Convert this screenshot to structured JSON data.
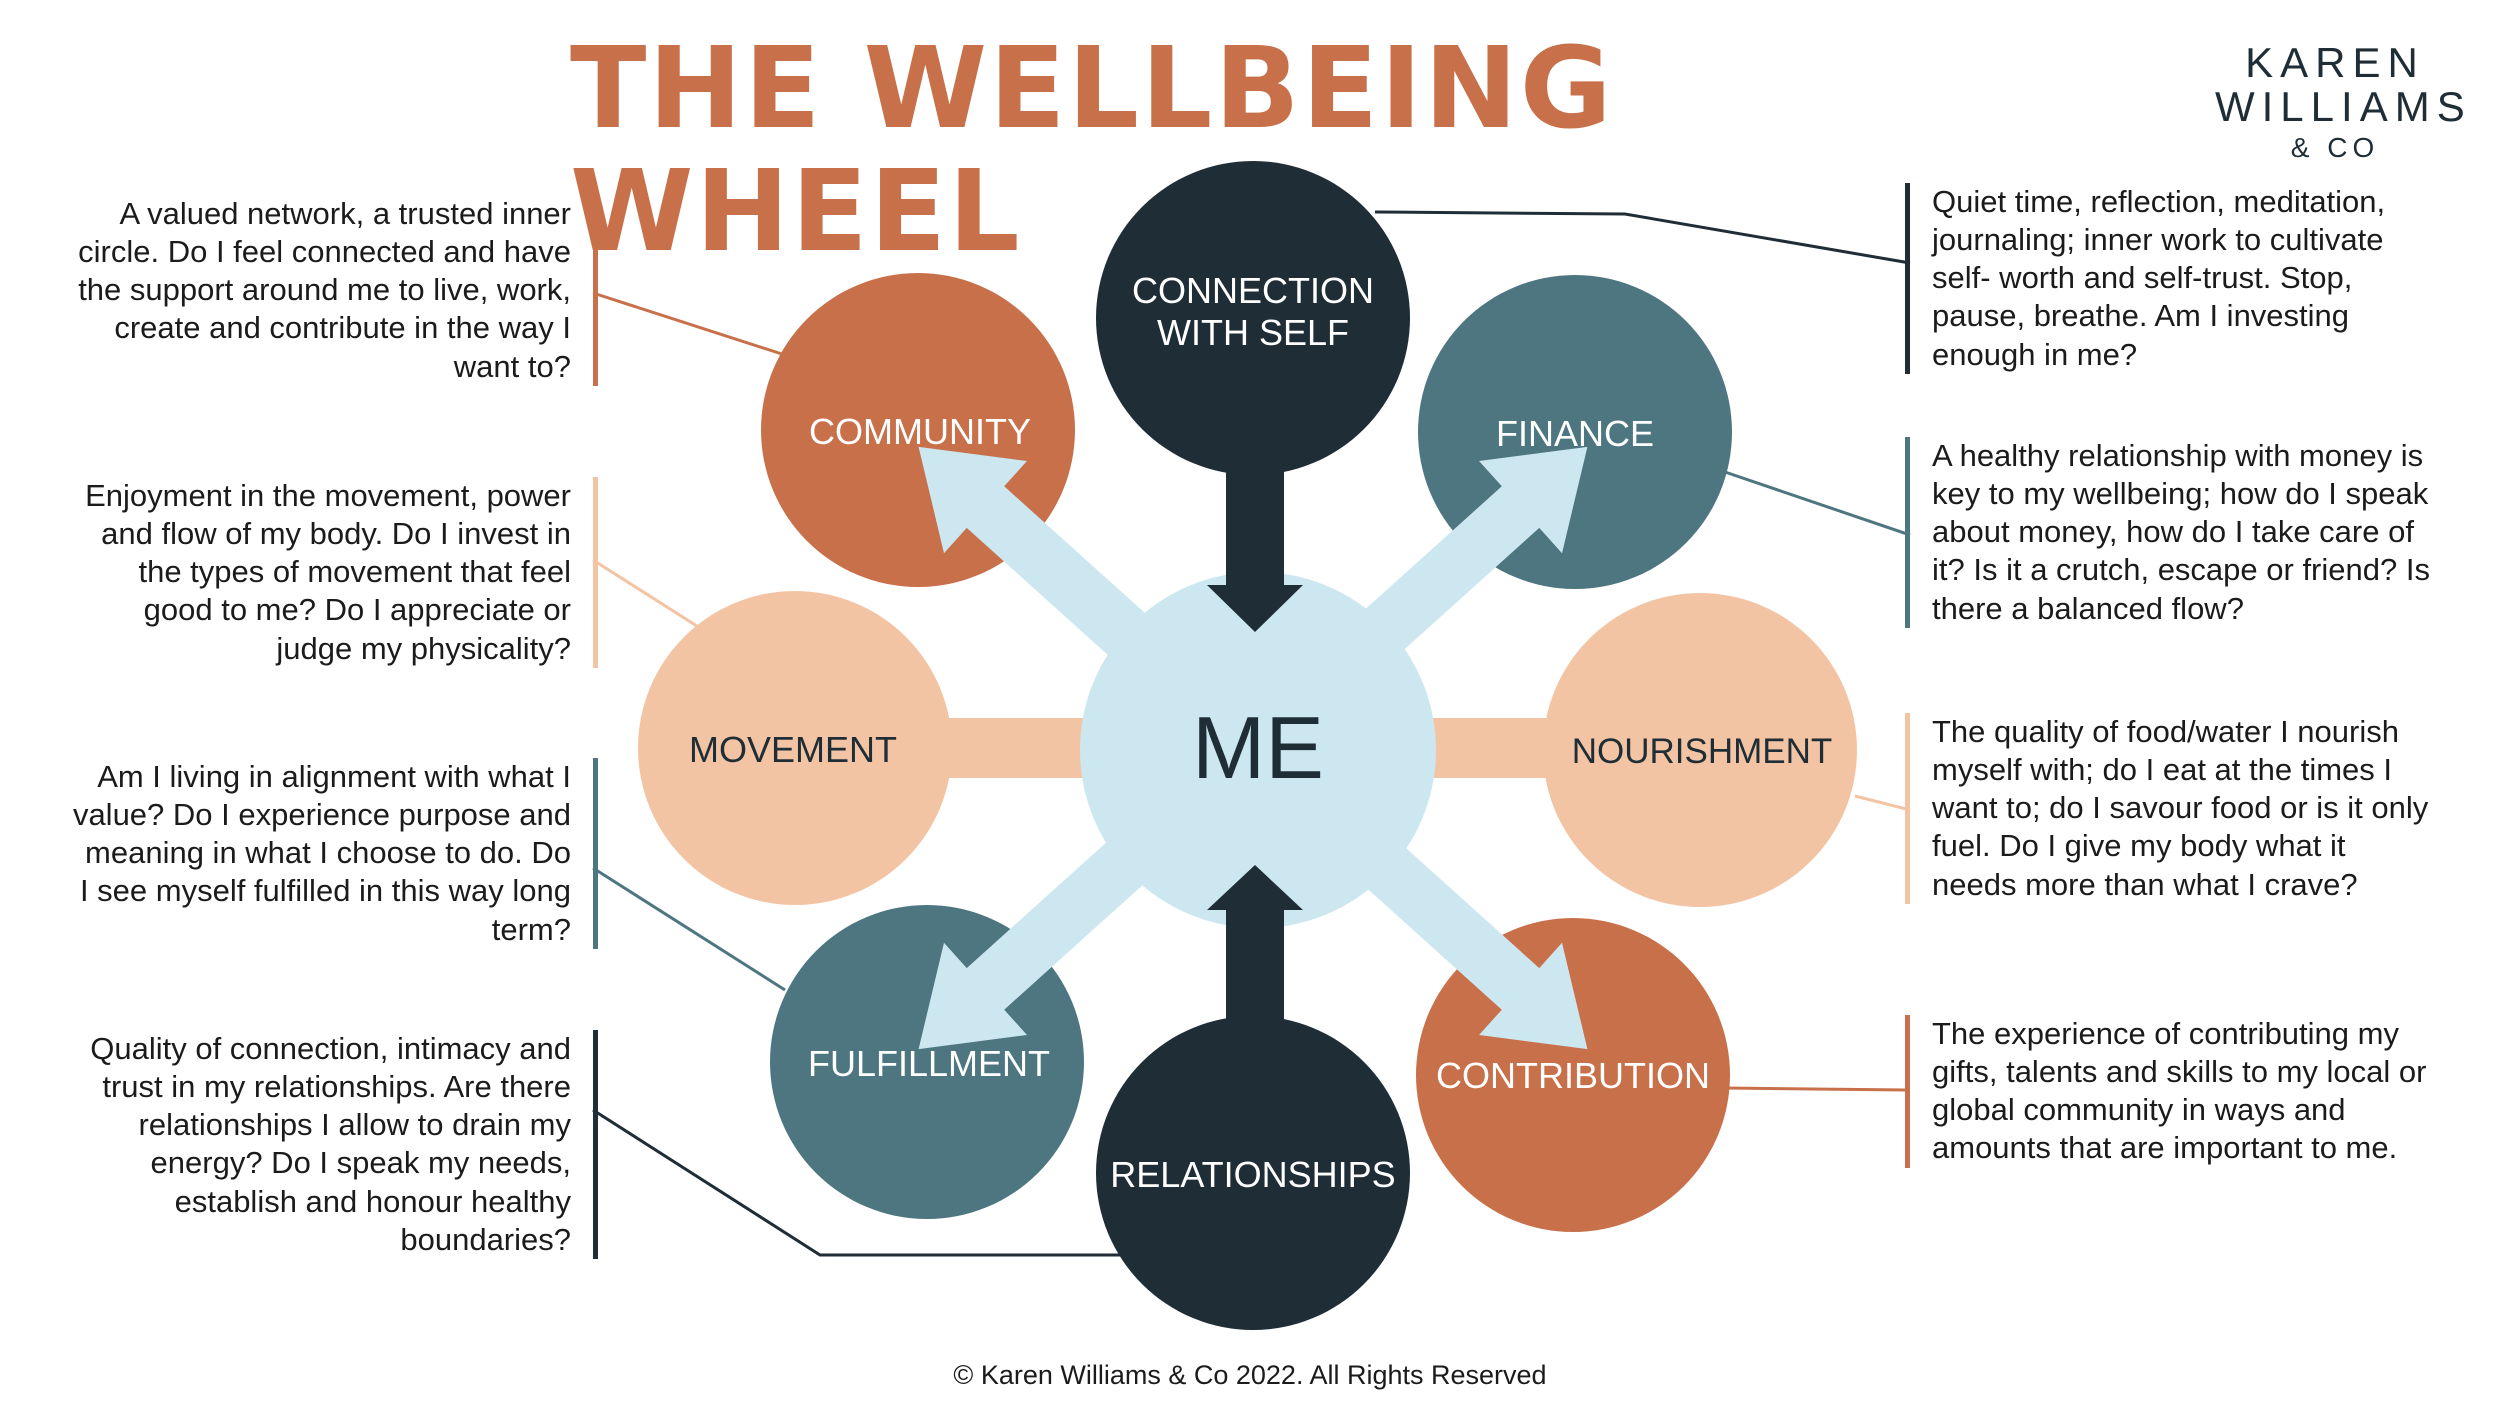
{
  "title": "THE WELLBEING WHEEL",
  "brand": {
    "line1": "KAREN",
    "line2": "WILLIAMS",
    "line3": "& CO"
  },
  "center": {
    "label": "ME",
    "color": "#cce7f0"
  },
  "colors": {
    "dark": "#1f2d36",
    "teal": "#4d7680",
    "terracotta": "#c8704a",
    "peach": "#f3c4a4",
    "arrow_light": "#cce7f0"
  },
  "nodes": {
    "connection_with_self": {
      "line1": "CONNECTION",
      "line2": "WITH SELF"
    },
    "finance": {
      "label": "FINANCE"
    },
    "nourishment": {
      "label": "NOURISHMENT"
    },
    "contribution": {
      "label": "CONTRIBUTION"
    },
    "relationships": {
      "label": "RELATIONSHIPS"
    },
    "fulfillment": {
      "label": "FULFILLMENT"
    },
    "movement": {
      "label": "MOVEMENT"
    },
    "community": {
      "label": "COMMUNITY"
    }
  },
  "descriptions": {
    "community": "A valued network, a trusted inner circle. Do I feel connected and have the support around me to live, work, create and contribute in the way I want to?",
    "movement": "Enjoyment in the movement, power and flow of my body. Do I invest in the types of movement that feel good to me? Do I appreciate or judge my physicality?",
    "fulfillment": "Am I living in alignment with what I value? Do I experience purpose and meaning in what I choose to do. Do I see myself fulfilled in this way long term?",
    "relationships": "Quality of connection, intimacy and trust in my relationships. Are there relationships I allow to drain my energy? Do I speak my needs, establish and honour healthy boundaries?",
    "connection_with_self": "Quiet time, reflection, meditation, journaling; inner work to cultivate self- worth and self-trust. Stop, pause, breathe. Am I investing enough in me?",
    "finance": "A healthy relationship with money is key to my wellbeing; how do I speak about money, how do I take care of it? Is it a crutch, escape or friend? Is there a balanced flow?",
    "nourishment": "The quality of food/water I nourish myself with; do I eat at the times I want to; do I savour food or is it only fuel. Do I give my body what it needs more than what I crave?",
    "contribution": "The experience of contributing my gifts, talents and skills to my local or global community in ways and amounts that are important to me."
  },
  "footer": "© Karen Williams & Co 2022. All Rights Reserved"
}
